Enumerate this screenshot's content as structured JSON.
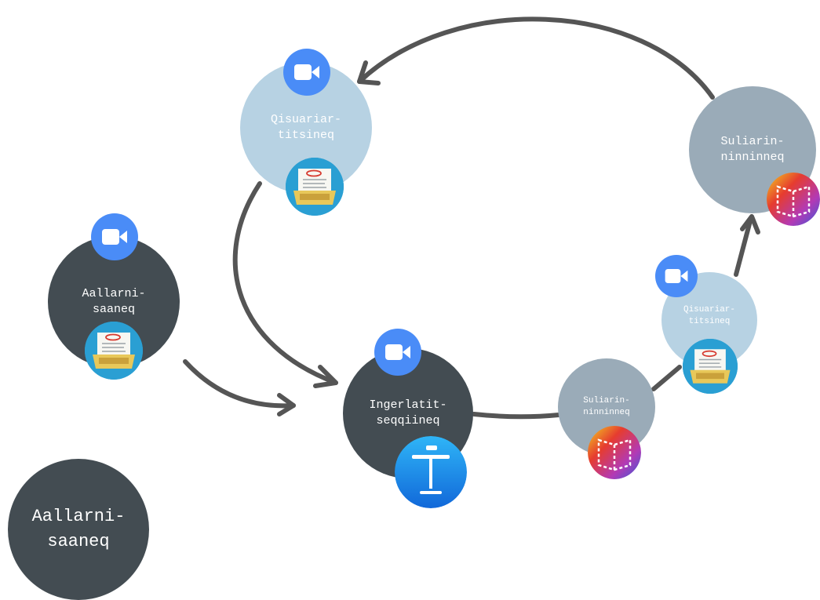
{
  "nodes": {
    "aallarni_top": "Aallarni-\nsaaneq",
    "qisuariar_top": "Qisuariar-\ntitsineq",
    "suliarin_top": "Suliarin-\nninninneq",
    "ingerlatit": "Ingerlatit-\nseqqiineq",
    "suliarin_mid": "Suliarin-\nninninneq",
    "qisuariar_small": "Qisuariar-\ntitsineq",
    "aallarni_legend": "Aallarni-\nsaaneq"
  },
  "icons": {
    "camera": "video-camera-icon",
    "tray": "document-tray-icon",
    "book": "book-creator-icon",
    "presentation": "keynote-presentation-icon"
  },
  "colors": {
    "dark_node": "#434c52",
    "slate_node": "#9aabb8",
    "pale_node": "#b7d2e3",
    "arrow": "#555555",
    "camera_blue": "#4a8cf7"
  }
}
